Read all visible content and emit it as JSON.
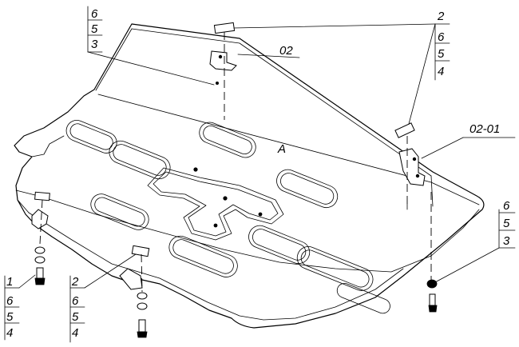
{
  "labels": {
    "top_left_stack": [
      "6",
      "5",
      "3"
    ],
    "top_right_stack": [
      "2",
      "6",
      "5",
      "4"
    ],
    "part_02": "02",
    "part_02_01": "02-01",
    "right_stack": [
      "6",
      "5",
      "3"
    ],
    "bottom_left_stack": [
      "1",
      "6",
      "5",
      "4"
    ],
    "bottom_center_stack": [
      "2",
      "6",
      "5",
      "4"
    ],
    "marker_A": "A"
  }
}
